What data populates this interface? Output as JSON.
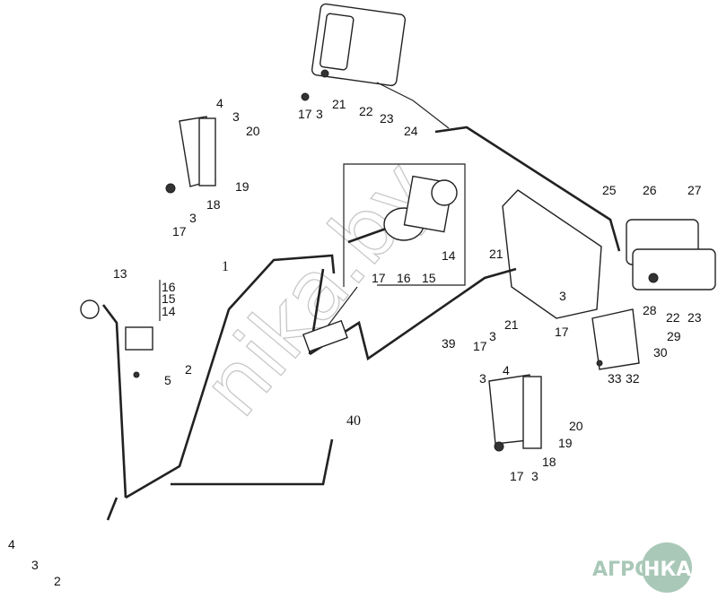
{
  "diagram": {
    "title": "Electrical harness and lamps parts diagram",
    "callouts": [
      "17",
      "3",
      "21",
      "22",
      "23",
      "24",
      "4",
      "3",
      "20",
      "19",
      "18",
      "3",
      "17",
      "25",
      "26",
      "27",
      "28",
      "22",
      "23",
      "21",
      "3",
      "21",
      "3",
      "17",
      "17",
      "29",
      "30",
      "33",
      "32",
      "17",
      "16",
      "15",
      "14",
      "1",
      "39",
      "13",
      "16",
      "15",
      "14",
      "2",
      "5",
      "40",
      "3",
      "4",
      "20",
      "19",
      "18",
      "17",
      "3",
      "4",
      "3",
      "2"
    ]
  },
  "watermark": "nika.by",
  "logo": {
    "left": "АГРО",
    "right": "НКА",
    "color": "#a9c8b8"
  }
}
